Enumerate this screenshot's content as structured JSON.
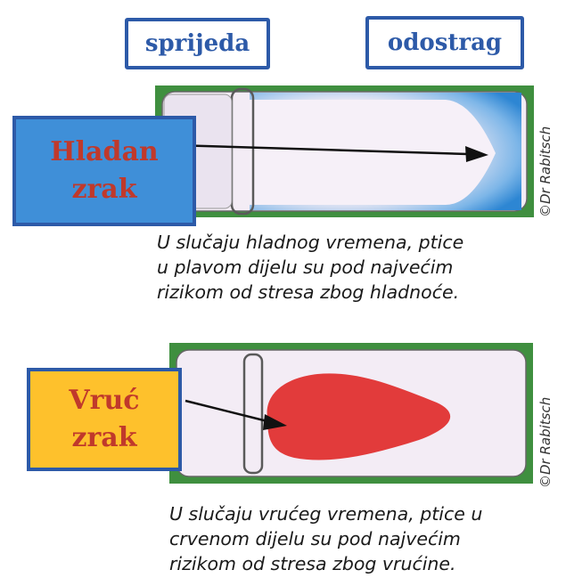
{
  "labels": {
    "front": "sprijeda",
    "back": "odostrag"
  },
  "cold": {
    "line1": "Hladan",
    "line2": "zrak",
    "caption": [
      "U slučaju hladnog vremena, ptice",
      "u plavom dijelu su pod najvećim",
      "rizikom od stresa zbog hladnoće."
    ],
    "credit": "©Dr Rabitsch"
  },
  "hot": {
    "line1": "Vruć",
    "line2": "zrak",
    "caption": [
      "U slučaju vrućeg vremena, ptice u",
      "crvenom dijelu su pod najvećim",
      "rizikom od stresa zbog vrućine."
    ],
    "credit": "©Dr Rabitsch"
  },
  "colors": {
    "frame_green": "#3f8f3f",
    "house_fill": "#f1e5f0",
    "cold_zone": "#3a8ed6",
    "hot_zone": "#e03c3c",
    "label_border": "#2d5aa8"
  }
}
